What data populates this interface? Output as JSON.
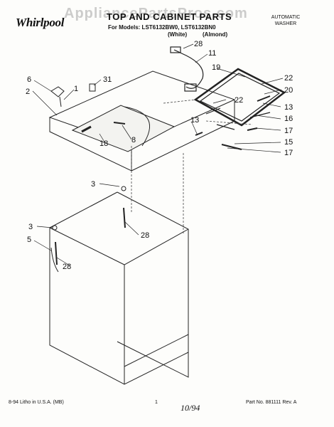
{
  "header": {
    "watermark": "AppliancePartsPros.com",
    "title": "TOP AND CABINET PARTS",
    "models": "For Models: LST6132BW0, LST6132BN0",
    "variant_white": "(White)",
    "variant_almond": "(Almond)",
    "category_line1": "AUTOMATIC",
    "category_line2": "WASHER"
  },
  "brand": {
    "logo_text": "Whirlpool"
  },
  "callouts": {
    "c6": "6",
    "c1": "1",
    "c31": "31",
    "c2": "2",
    "c28_top": "28",
    "c11": "11",
    "c19": "19",
    "c22_right": "22",
    "c20": "20",
    "c22_inner": "22",
    "c13_right": "13",
    "c16": "16",
    "c17_a": "17",
    "c15": "15",
    "c17_b": "17",
    "c13_left": "13",
    "c8": "8",
    "c18": "18",
    "c3_upper": "3",
    "c28_mid": "28",
    "c3_lower": "3",
    "c5": "5",
    "c28_low": "28"
  },
  "footer": {
    "print_code": "8-94 Litho in U.S.A. (MB)",
    "page_number": "1",
    "handwritten_note": "10/94",
    "part_number": "Part No. 881111 Rev. A"
  }
}
